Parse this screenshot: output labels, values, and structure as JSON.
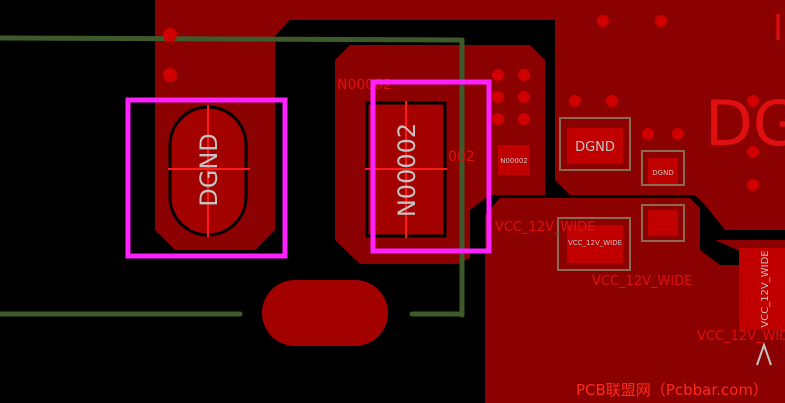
{
  "colors": {
    "background": "#000000",
    "copper": "#8b0000",
    "copper_light": "#a30000",
    "pad": "#c00000",
    "via": "#d00000",
    "trace": "#3f5a2a",
    "highlight": "#ff20ff",
    "cross": "#ff1a1a",
    "silk": "#c4c4c4",
    "label": "#e01010",
    "watermark": "#ff2a1a",
    "outline": "#000000"
  },
  "pads": {
    "dgnd_main": "DGND",
    "n00002_main": "N00002",
    "dgnd_small": "DGND",
    "dgnd_tiny": "DGND",
    "n00002_small": "N00002",
    "vcc_pad": "VCC_12V_WIDE",
    "vcc_side": "VCC_12V_WIDE"
  },
  "net_labels": {
    "n00002_top": "N00002",
    "n00002_mid": "002",
    "vcc_a": "VCC_12V_WIDE",
    "vcc_b": "VCC_12V_WIDE",
    "vcc_c": "VCC_12V_WIDE",
    "big_partial": "DG"
  },
  "watermark": "PCB联盟网（Pcbbar.com）"
}
